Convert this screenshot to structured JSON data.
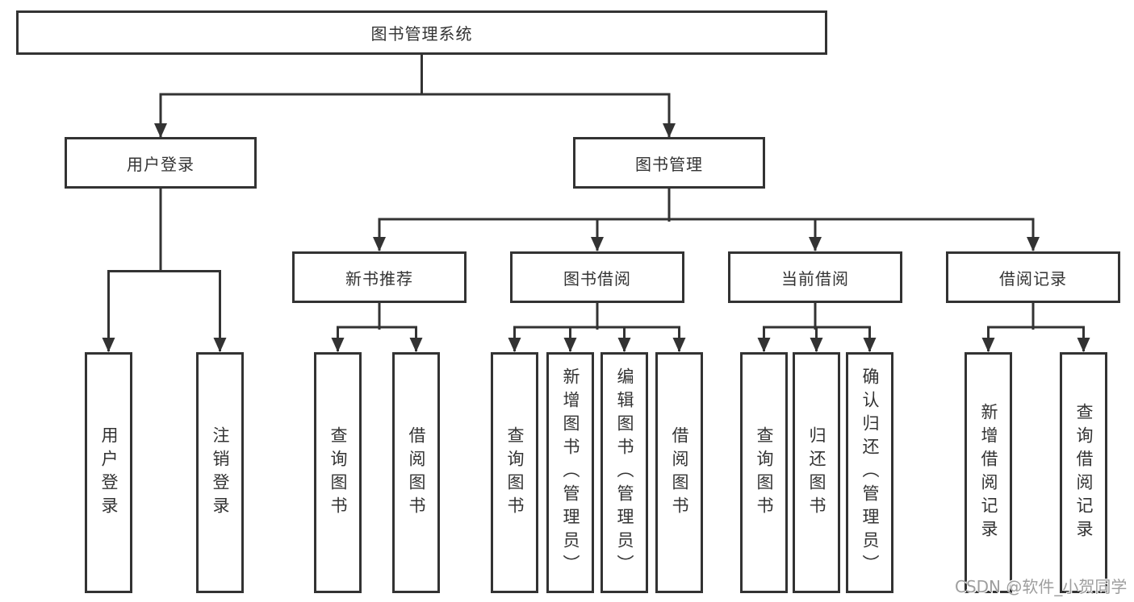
{
  "root": {
    "label": "图书管理系统"
  },
  "user_login": {
    "label": "用户登录",
    "children": [
      {
        "label": "用户登录"
      },
      {
        "label": "注销登录"
      }
    ]
  },
  "book_mgmt": {
    "label": "图书管理",
    "sections": [
      {
        "label": "新书推荐",
        "children": [
          {
            "label": "查询图书"
          },
          {
            "label": "借阅图书"
          }
        ]
      },
      {
        "label": "图书借阅",
        "children": [
          {
            "label": "查询图书"
          },
          {
            "label": "新增图书（管理员）"
          },
          {
            "label": "编辑图书（管理员）"
          },
          {
            "label": "借阅图书"
          }
        ]
      },
      {
        "label": "当前借阅",
        "children": [
          {
            "label": "查询图书"
          },
          {
            "label": "归还图书"
          },
          {
            "label": "确认归还（管理员）"
          }
        ]
      },
      {
        "label": "借阅记录",
        "children": [
          {
            "label": "新增借阅记录"
          },
          {
            "label": "查询借阅记录"
          }
        ]
      }
    ]
  },
  "watermark": {
    "text": "CSDN @软件_小贺同学"
  },
  "colors": {
    "line": "#333333",
    "text": "#333333",
    "watermark": "#9e9e9e",
    "background": "#ffffff"
  }
}
